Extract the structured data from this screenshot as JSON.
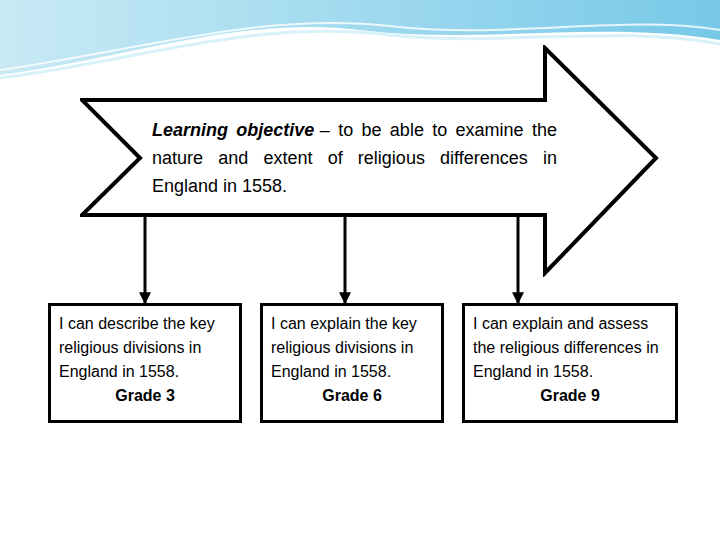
{
  "diagram": {
    "nodes": [
      {
        "text": [
          "Learning objective",
          "– to be able to examine the nature and extent of religious differences in England in 1558."
        ]
      },
      {
        "text": [
          "I can describe the key religious divisions in England in 1558.",
          "Grade 3"
        ]
      },
      {
        "text": [
          "I can explain the key religious divisions in England in 1558.",
          "Grade 6"
        ]
      },
      {
        "text": [
          "I can explain and assess the religious differences in England in 1558.",
          "Grade 9"
        ]
      }
    ],
    "edges": [
      {
        "from": 0,
        "to": 1,
        "arrow": "to"
      },
      {
        "from": 0,
        "to": 2,
        "arrow": "to"
      },
      {
        "from": 0,
        "to": 3,
        "arrow": "to"
      }
    ]
  }
}
